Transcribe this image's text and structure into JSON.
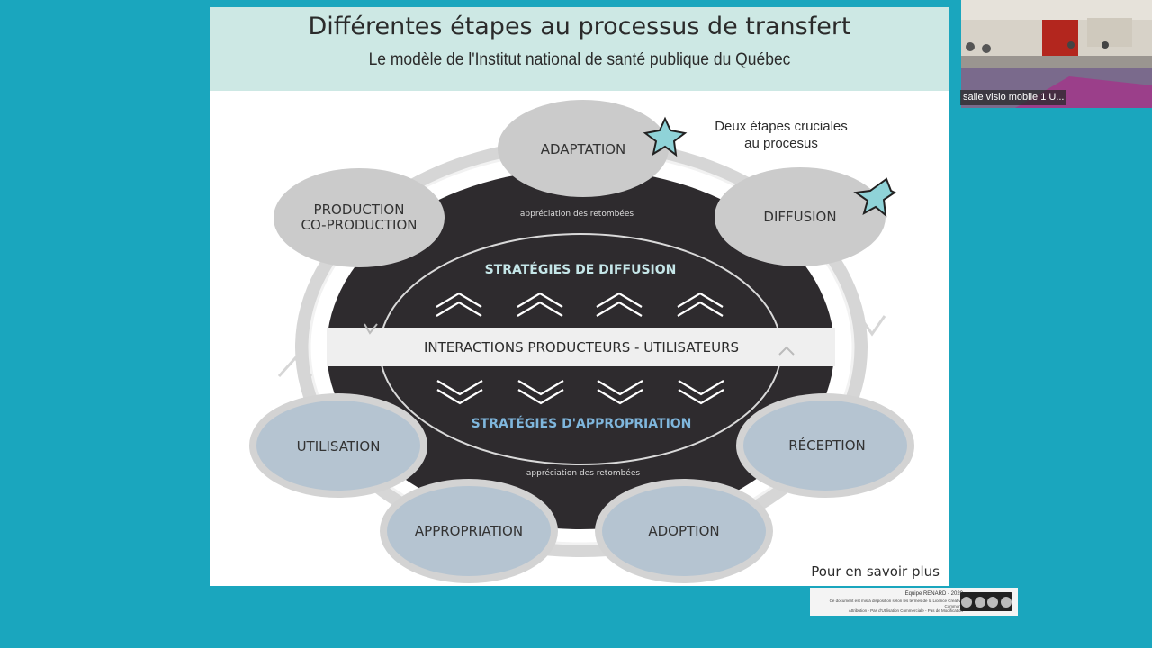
{
  "slide": {
    "title": "Différentes étapes au processus de transfert",
    "subtitle": "Le modèle de l'Institut national de santé publique du Québec",
    "note_line1": "Deux étapes cruciales",
    "note_line2": "au procesus",
    "link": "Pour en savoir plus"
  },
  "diagram": {
    "strategies_diffusion": "STRATÉGIES DE DIFFUSION",
    "strategies_appropriation": "STRATÉGIES D'APPROPRIATION",
    "interactions": "INTERACTIONS PRODUCTEURS - UTILISATEURS",
    "appreciation_top": "appréciation des retombées",
    "appreciation_bottom": "appréciation des retombées",
    "stages": {
      "adaptation": "ADAPTATION",
      "production_line1": "PRODUCTION",
      "production_line2": "CO-PRODUCTION",
      "diffusion": "DIFFUSION",
      "reception": "RÉCEPTION",
      "adoption": "ADOPTION",
      "appropriation": "APPROPRIATION",
      "utilisation": "UTILISATION"
    }
  },
  "video": {
    "participant_label": "salle visio mobile 1 U..."
  },
  "credit": {
    "title": "Équipe RENARD - 2020",
    "text_line1": "Ce document est mis à disposition selon les termes de la Licence Creative Commons",
    "text_line2": "Attribution - Pas d'Utilisation Commerciale - Pas de Modification"
  },
  "colors": {
    "background": "#1aa6be",
    "header_band": "#cde8e4",
    "ellipse_dark": "#2e2b2e",
    "stage_grey": "#cbcbcb",
    "stage_blue": "#b5c4d1",
    "star": "#8fd3d8",
    "appropriation_text": "#7fb6dc",
    "diffusion_text": "#c5e6e8"
  }
}
